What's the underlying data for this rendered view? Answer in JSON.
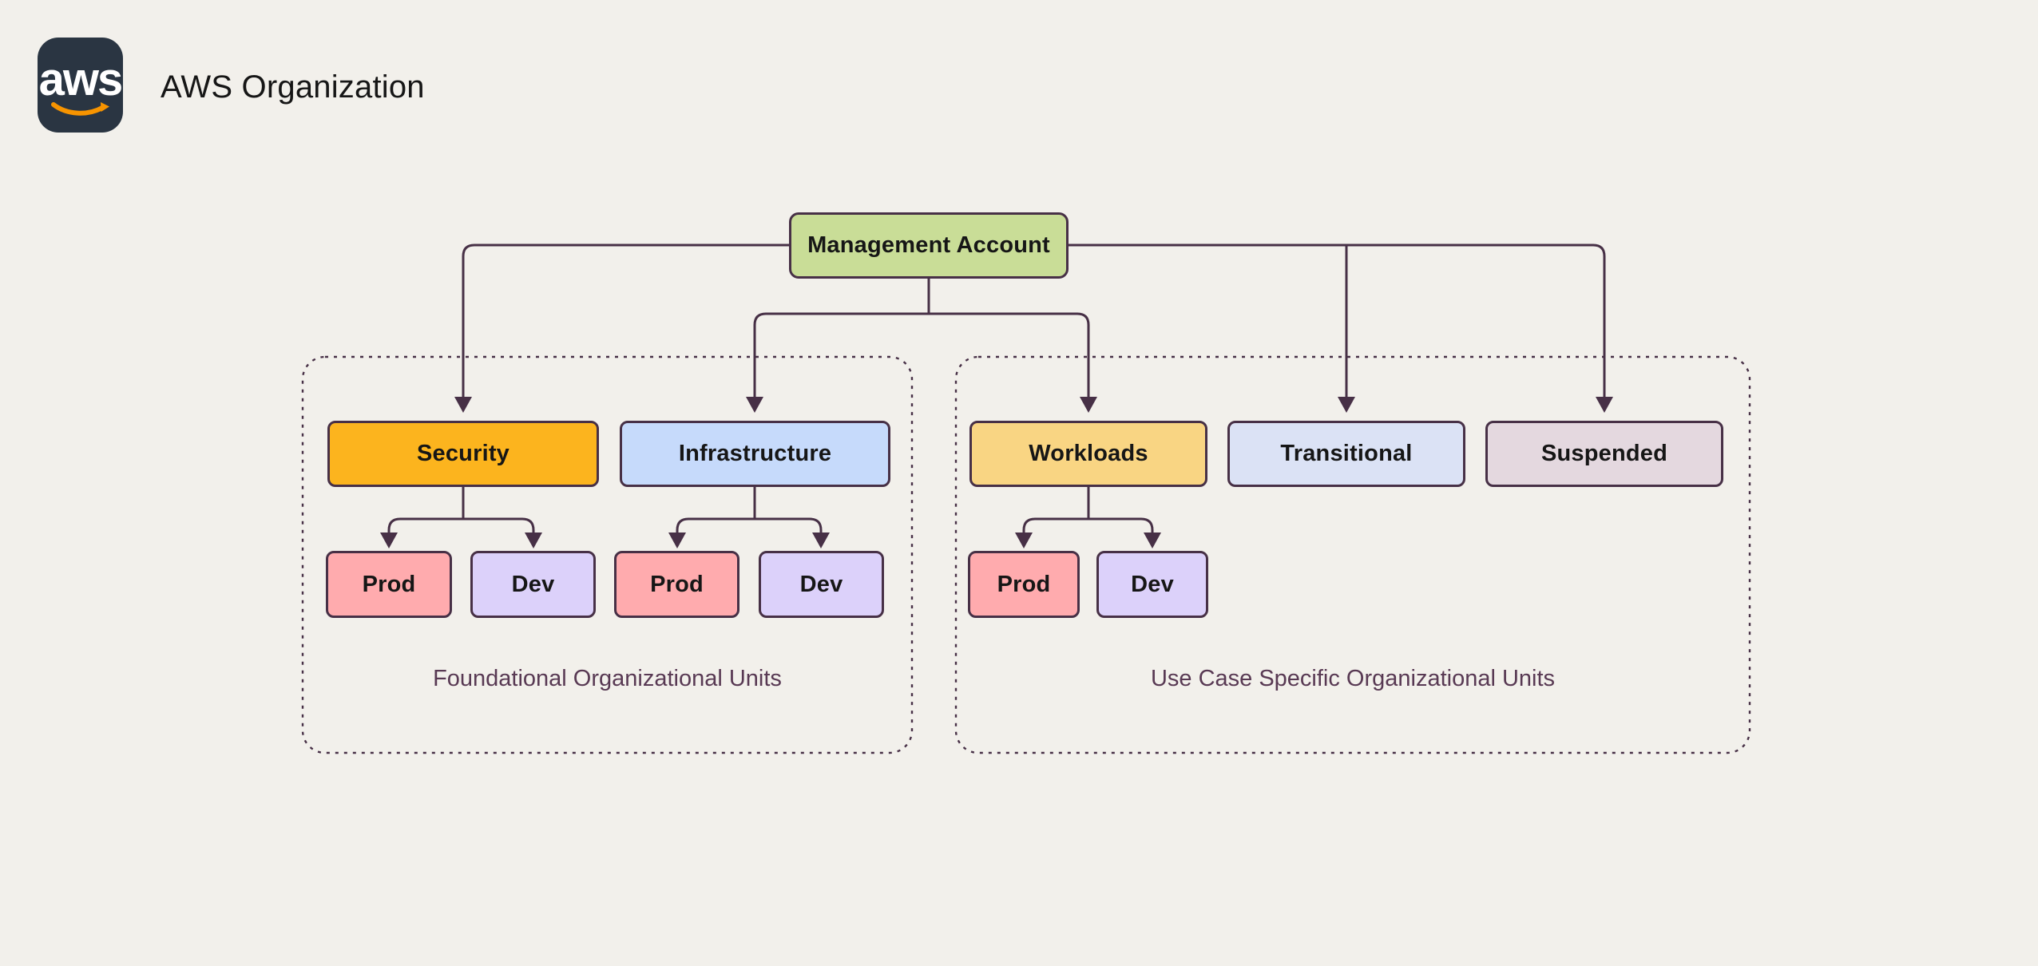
{
  "header": {
    "logo_text": "aws",
    "title": "AWS Organization"
  },
  "colors": {
    "background": "#F2F0EB",
    "connector": "#473046",
    "node_border": "#473046",
    "node_text": "#161616",
    "group_label_text": "#583953",
    "logo_background": "#2A3542",
    "logo_text_color": "#FFFFFF",
    "logo_smile": "#F79400"
  },
  "diagram": {
    "root": {
      "label": "Management Account",
      "fill": "#C9DD97"
    },
    "groups": [
      {
        "label": "Foundational Organizational Units",
        "ous": [
          {
            "label": "Security",
            "fill": "#FCB41E",
            "children": [
              {
                "label": "Prod",
                "fill": "#FFABAE"
              },
              {
                "label": "Dev",
                "fill": "#DCD1FA"
              }
            ]
          },
          {
            "label": "Infrastructure",
            "fill": "#C6DAFB",
            "children": [
              {
                "label": "Prod",
                "fill": "#FFABAE"
              },
              {
                "label": "Dev",
                "fill": "#DCD1FA"
              }
            ]
          }
        ]
      },
      {
        "label": "Use Case Specific Organizational Units",
        "ous": [
          {
            "label": "Workloads",
            "fill": "#F9D583",
            "children": [
              {
                "label": "Prod",
                "fill": "#FFABAE"
              },
              {
                "label": "Dev",
                "fill": "#DCD1FA"
              }
            ]
          },
          {
            "label": "Transitional",
            "fill": "#DBE2F5",
            "children": []
          },
          {
            "label": "Suspended",
            "fill": "#E4D8DF",
            "children": []
          }
        ]
      }
    ]
  }
}
